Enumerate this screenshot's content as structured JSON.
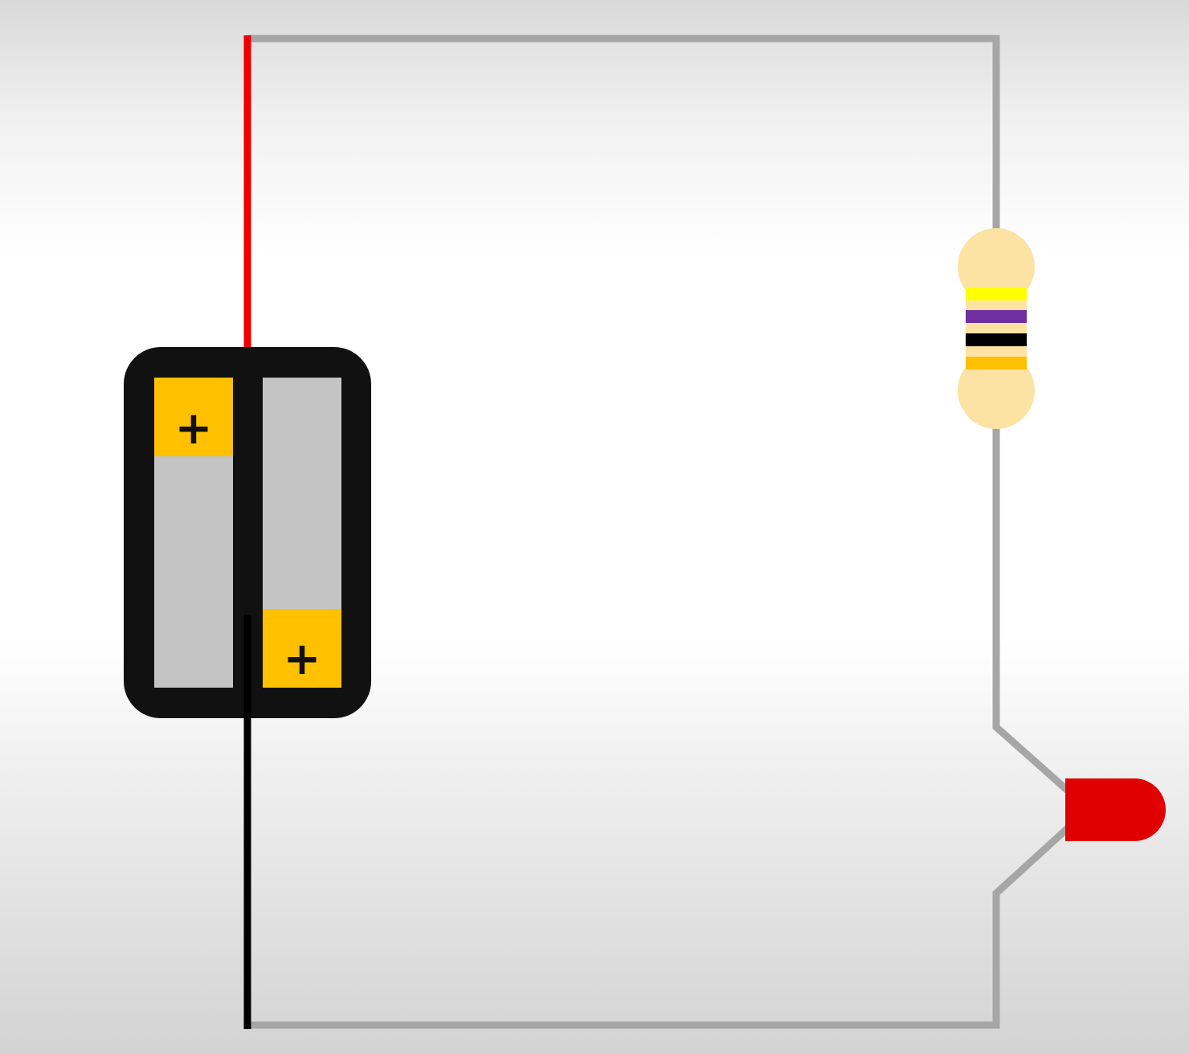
{
  "diagram": {
    "battery_holder": {
      "cells": [
        {
          "positive_end": "top",
          "polarity_label": "+"
        },
        {
          "positive_end": "bottom",
          "polarity_label": "+"
        }
      ]
    },
    "resistor": {
      "bands": [
        "yellow",
        "violet",
        "black",
        "gold"
      ]
    },
    "led": {
      "color": "red"
    },
    "wires": {
      "positive": "red",
      "negative": "black",
      "circuit": "gray"
    },
    "colors": {
      "holder": "#111111",
      "cell_body": "#c4c4c4",
      "cell_terminal": "#ffc000",
      "resistor_body": "#fde3a3",
      "band_yellow": "#ffff00",
      "band_violet": "#7030a0",
      "band_black": "#000000",
      "band_gold": "#ffc000",
      "led": "#e00000",
      "wire_red": "#ee0000",
      "wire_black": "#000000",
      "wire_gray": "#a6a6a6"
    }
  }
}
